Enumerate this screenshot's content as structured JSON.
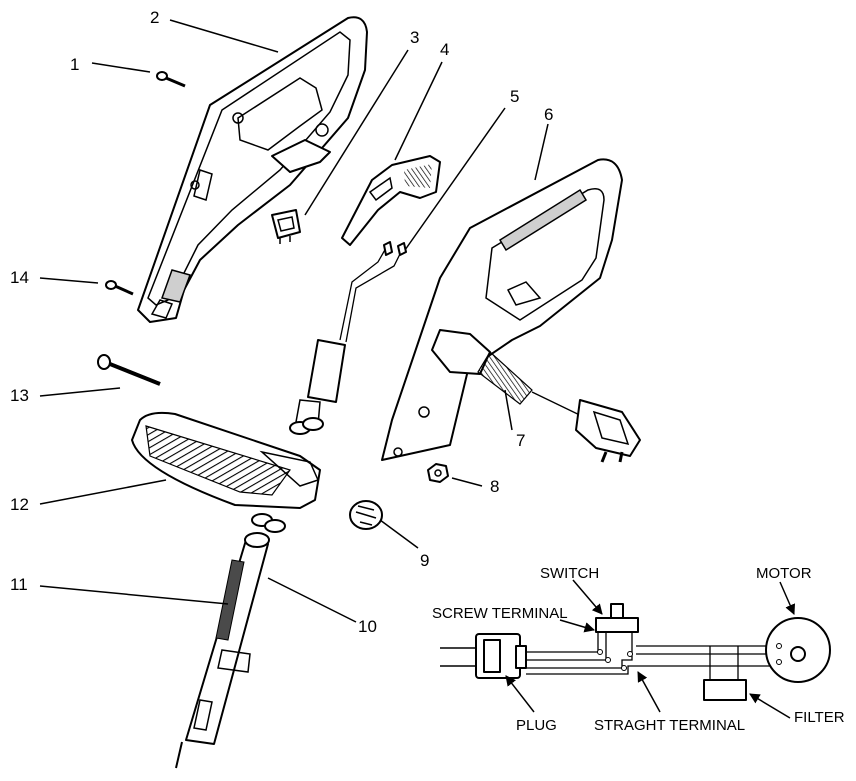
{
  "parts": [
    {
      "number": "1"
    },
    {
      "number": "2"
    },
    {
      "number": "3"
    },
    {
      "number": "4"
    },
    {
      "number": "5"
    },
    {
      "number": "6"
    },
    {
      "number": "7"
    },
    {
      "number": "8"
    },
    {
      "number": "9"
    },
    {
      "number": "10"
    },
    {
      "number": "11"
    },
    {
      "number": "12"
    },
    {
      "number": "13"
    },
    {
      "number": "14"
    }
  ],
  "wiring": {
    "switch": "SWITCH",
    "screw_terminal": "SCREW TERMINAL",
    "motor": "MOTOR",
    "plug": "PLUG",
    "straight_terminal": "STRAGHT TERMINAL",
    "filter": "FILTER"
  }
}
